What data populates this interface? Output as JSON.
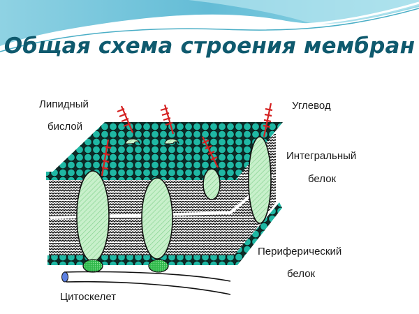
{
  "slide": {
    "title": "Общая схема строения мембран"
  },
  "labels": {
    "lipid_bilayer_line1": "Липидный",
    "lipid_bilayer_line2": "бислой",
    "carbohydrate": "Углевод",
    "integral_protein_line1": "Интегральный",
    "integral_protein_line2": "белок",
    "peripheral_protein_line1": "Периферический",
    "peripheral_protein_line2": "белок",
    "cytoskeleton": "Цитоскелет"
  },
  "colors": {
    "title": "#0f5a6e",
    "lipid_head": "#1fb8a4",
    "protein_integral": "#c6efc9",
    "protein_peripheral": "#2fb84a",
    "carbohydrate": "#d42020",
    "cytoskeleton_end": "#5b7fe0",
    "header_wave": "#6cc3d8"
  }
}
